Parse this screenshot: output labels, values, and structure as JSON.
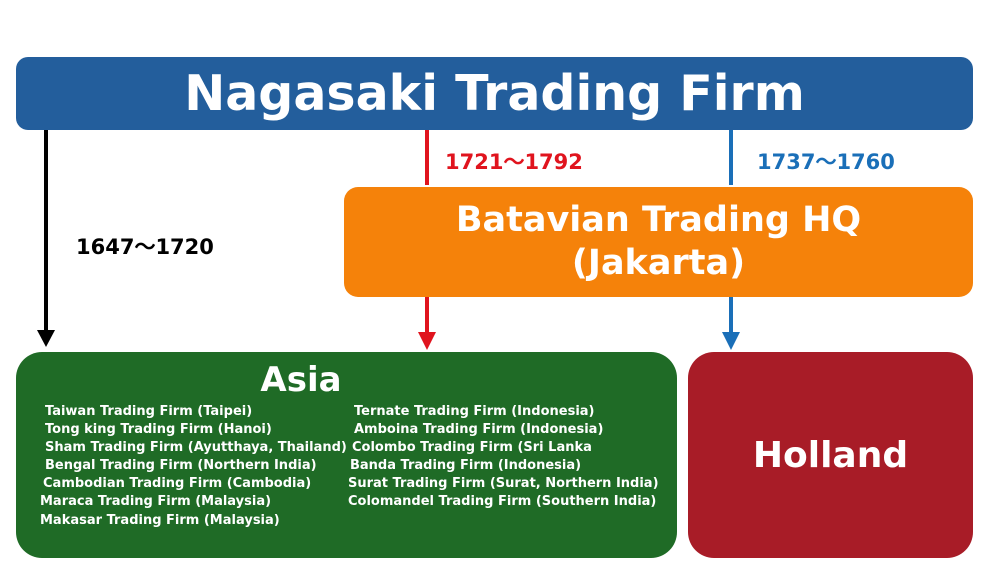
{
  "top": {
    "title": "Nagasaki Trading Firm"
  },
  "batavia": {
    "line1": "Batavian Trading HQ",
    "line2": "(Jakarta)"
  },
  "periods": {
    "direct": "1647～1720",
    "via_batavia_asia": "1721～1792",
    "via_batavia_holland": "1737～1760"
  },
  "asia": {
    "title": "Asia",
    "left_firms": [
      "Taiwan Trading Firm (Taipei)",
      "Tong king Trading Firm (Hanoi)",
      "Sham Trading Firm (Ayutthaya, Thailand)",
      "Bengal Trading Firm (Northern India)",
      "Cambodian Trading Firm (Cambodia)",
      "Maraca Trading Firm (Malaysia)",
      "Makasar Trading Firm (Malaysia)"
    ],
    "right_firms": [
      "Ternate Trading Firm (Indonesia)",
      "Amboina Trading Firm (Indonesia)",
      "Colombo Trading Firm (Sri Lanka",
      "Banda Trading Firm (Indonesia)",
      "Surat Trading Firm (Surat, Northern India)",
      "Colomandel Trading Firm (Southern India)"
    ]
  },
  "holland": {
    "title": "Holland"
  },
  "colors": {
    "top_box": "#235e9c",
    "batavia_box": "#f5820a",
    "asia_box": "#1f6b26",
    "holland_box": "#a81c27",
    "arrow_direct": "#000000",
    "arrow_asia": "#e0141e",
    "arrow_holland": "#1a6fb8"
  }
}
